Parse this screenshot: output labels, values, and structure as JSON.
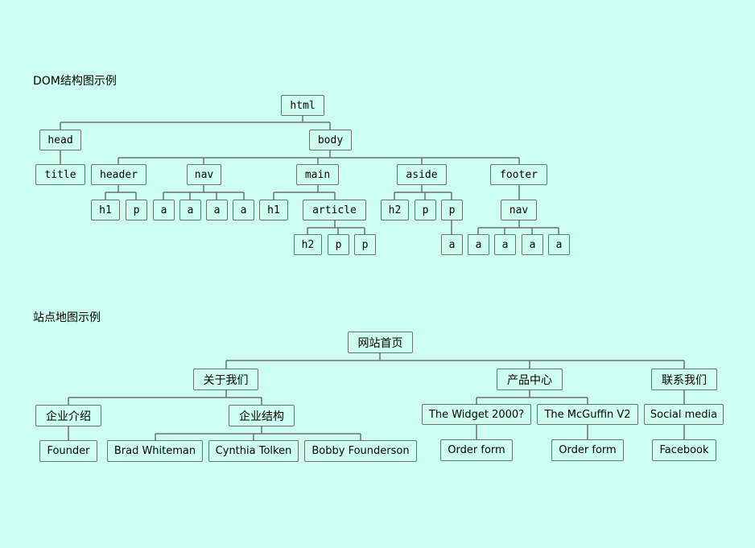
{
  "dom": {
    "heading": "DOM结构图示例",
    "nodes": {
      "html": "html",
      "head": "head",
      "title": "title",
      "body": "body",
      "header": "header",
      "header_h1": "h1",
      "header_p": "p",
      "nav": "nav",
      "nav_a1": "a",
      "nav_a2": "a",
      "nav_a3": "a",
      "nav_a4": "a",
      "main": "main",
      "main_h1": "h1",
      "article": "article",
      "article_h2": "h2",
      "article_p1": "p",
      "article_p2": "p",
      "aside": "aside",
      "aside_h2": "h2",
      "aside_p1": "p",
      "aside_p2": "p",
      "aside_a": "a",
      "footer": "footer",
      "footer_nav": "nav",
      "footer_a1": "a",
      "footer_a2": "a",
      "footer_a3": "a",
      "footer_a4": "a"
    }
  },
  "site": {
    "heading": "站点地图示例",
    "nodes": {
      "home": "网站首页",
      "about": "关于我们",
      "intro": "企业介绍",
      "founder": "Founder",
      "structure": "企业结构",
      "brad": "Brad Whiteman",
      "cynthia": "Cynthia Tolken",
      "bobby": "Bobby Founderson",
      "products": "产品中心",
      "widget": "The Widget 2000?",
      "widget_order": "Order form",
      "mcguffin": "The McGuffin V2",
      "mcguffin_order": "Order form",
      "contact": "联系我们",
      "social": "Social media",
      "facebook": "Facebook"
    }
  }
}
